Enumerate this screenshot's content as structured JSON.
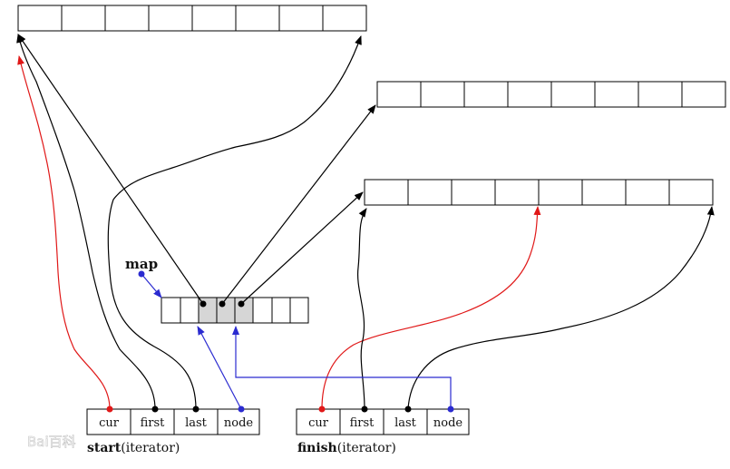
{
  "map": {
    "label": "map"
  },
  "start": {
    "name": "start",
    "suffix": "(iterator)",
    "fields": [
      "cur",
      "first",
      "last",
      "node"
    ]
  },
  "finish": {
    "name": "finish",
    "suffix": "(iterator)",
    "fields": [
      "cur",
      "first",
      "last",
      "node"
    ]
  },
  "buffer_cells": 8,
  "map_cells": 8,
  "watermark": {
    "text": "Bai百科"
  },
  "colors": {
    "cur_pointer": "#e01818",
    "node_pointer": "#2b2bd0",
    "pointer": "#000000",
    "map_used_cell": "#d6d6d6"
  }
}
